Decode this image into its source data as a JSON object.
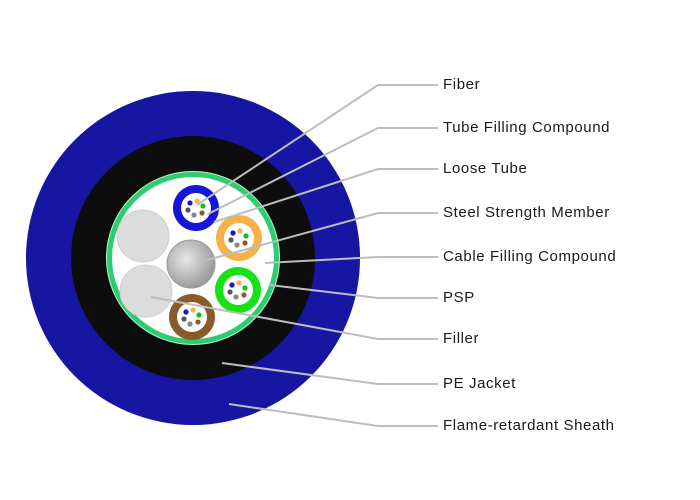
{
  "diagram": {
    "labels": [
      "Fiber",
      "Tube Filling Compound",
      "Loose Tube",
      "Steel Strength Member",
      "Cable Filling Compound",
      "PSP",
      "Filler",
      "PE Jacket",
      "Flame-retardant Sheath"
    ],
    "colors": {
      "sheath": "#1c1aa6",
      "jacket": "#0d0d0d",
      "psp": "#2ecc71",
      "cable_fill": "#ffffff",
      "steel_member": "#b0b0b0",
      "filler": "#dcdcdc",
      "tube_blue": "#1515d8",
      "tube_orange": "#f5b14a",
      "tube_green": "#16e016",
      "tube_brown": "#8b5a2b",
      "leader_line": "#bdbdbd"
    }
  }
}
